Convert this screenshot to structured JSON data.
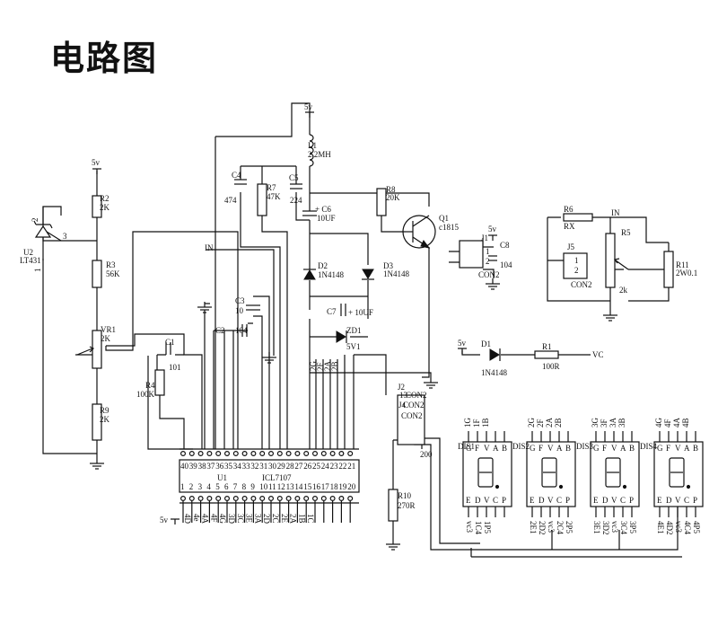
{
  "title": "电路图",
  "supply": "5v",
  "ref": "IN",
  "vc": "VC",
  "components": {
    "u2": {
      "ref": "U2",
      "value": "LT431",
      "pin2": "2",
      "pin3": "3",
      "pin1": "1"
    },
    "r2": {
      "ref": "R2",
      "value": "2K"
    },
    "r3": {
      "ref": "R3",
      "value": "56K"
    },
    "vr1": {
      "ref": "VR1",
      "value": "2K"
    },
    "r9": {
      "ref": "R9",
      "value": "2K"
    },
    "c1": {
      "ref": "C1",
      "value": "101"
    },
    "r4": {
      "ref": "R4",
      "value": "100K"
    },
    "c4": {
      "ref": "C4",
      "value": "474"
    },
    "r7": {
      "ref": "R7",
      "value": "47K"
    },
    "c5": {
      "ref": "C5",
      "value": "224"
    },
    "c3": {
      "ref": "C3",
      "value": "10"
    },
    "c2": {
      "ref": "C2",
      "value": "104"
    },
    "l1": {
      "ref": "L1",
      "value": "2.2MH"
    },
    "c6": {
      "ref": "C6",
      "value": "10UF"
    },
    "d2": {
      "ref": "D2",
      "value": "1N4148"
    },
    "d3": {
      "ref": "D3",
      "value": "1N4148"
    },
    "c7": {
      "ref": "C7",
      "value": "10UF"
    },
    "zd1": {
      "ref": "ZD1",
      "value": "5V1"
    },
    "r8": {
      "ref": "R8",
      "value": "20K"
    },
    "q1": {
      "ref": "Q1",
      "value": "c1815"
    },
    "j1": {
      "ref": "J1",
      "value": "CON2",
      "pin1": "1",
      "pin2": "2"
    },
    "c8": {
      "ref": "C8",
      "value": "104"
    },
    "r6": {
      "ref": "R6",
      "value": "RX"
    },
    "j5": {
      "ref": "J5",
      "value": "CON2",
      "pin1": "1",
      "pin2": "2"
    },
    "r5": {
      "ref": "R5",
      "value": "2k"
    },
    "r11": {
      "ref": "R11",
      "value": "2W0.1"
    },
    "d1": {
      "ref": "D1",
      "value": "1N4148"
    },
    "r1": {
      "ref": "R1",
      "value": "100R"
    },
    "j2": {
      "ref": "J2",
      "value": "CON2",
      "l2": "CON2",
      "l3": "CON2",
      "l4": "13",
      "l5": "J4"
    },
    "r10": {
      "ref": "R10",
      "value": "270R",
      "side": "200"
    },
    "u1": {
      "ref": "U1",
      "value": "ICL7107"
    }
  },
  "u1_top_pins": [
    "40",
    "39",
    "38",
    "37",
    "36",
    "35",
    "34",
    "33",
    "32",
    "31",
    "30",
    "29",
    "28",
    "27",
    "26",
    "25",
    "24",
    "23",
    "22",
    "21"
  ],
  "u1_bottom_pins": [
    "1",
    "2",
    "3",
    "4",
    "5",
    "6",
    "7",
    "8",
    "9",
    "10",
    "11",
    "12",
    "13",
    "14",
    "15",
    "16",
    "17",
    "18",
    "19",
    "20"
  ],
  "u1_top_nets": [
    "2G",
    "2F",
    "2A",
    "2B"
  ],
  "u1_bottom_nets": [
    "4D",
    "4e",
    "4A",
    "4F",
    "4G",
    "3D",
    "3C",
    "3E",
    "3A",
    "2D",
    "2C",
    "2E",
    "2A",
    "1B",
    "1C"
  ],
  "displays": [
    {
      "ref": "DIS1",
      "top": [
        "1G",
        "1F",
        "1B"
      ],
      "top_pins": [
        "G",
        "F",
        "V",
        "A",
        "B"
      ],
      "bot_pins": [
        "E",
        "D",
        "V",
        "C",
        "P"
      ],
      "bottom": [
        "vc3",
        "1C4",
        "1P5"
      ]
    },
    {
      "ref": "DIS2",
      "top": [
        "2G",
        "2F",
        "2A",
        "2B"
      ],
      "top_pins": [
        "G",
        "F",
        "V",
        "A",
        "B"
      ],
      "bot_pins": [
        "E",
        "D",
        "V",
        "C",
        "P"
      ],
      "bottom": [
        "2E1",
        "2D2",
        "vc3",
        "2C4",
        "2P5"
      ]
    },
    {
      "ref": "DIS3",
      "top": [
        "3G",
        "3F",
        "3A",
        "3B"
      ],
      "top_pins": [
        "G",
        "F",
        "V",
        "A",
        "B"
      ],
      "bot_pins": [
        "E",
        "D",
        "V",
        "C",
        "P"
      ],
      "bottom": [
        "3E1",
        "3D2",
        "vc3",
        "3C4",
        "3P5"
      ]
    },
    {
      "ref": "DIS4",
      "top": [
        "4G",
        "4F",
        "4A",
        "4B"
      ],
      "top_pins": [
        "G",
        "F",
        "V",
        "A",
        "B"
      ],
      "bot_pins": [
        "E",
        "D",
        "V",
        "C",
        "P"
      ],
      "bottom": [
        "4E1",
        "4D2",
        "vc3",
        "4C4",
        "4P5"
      ]
    }
  ]
}
